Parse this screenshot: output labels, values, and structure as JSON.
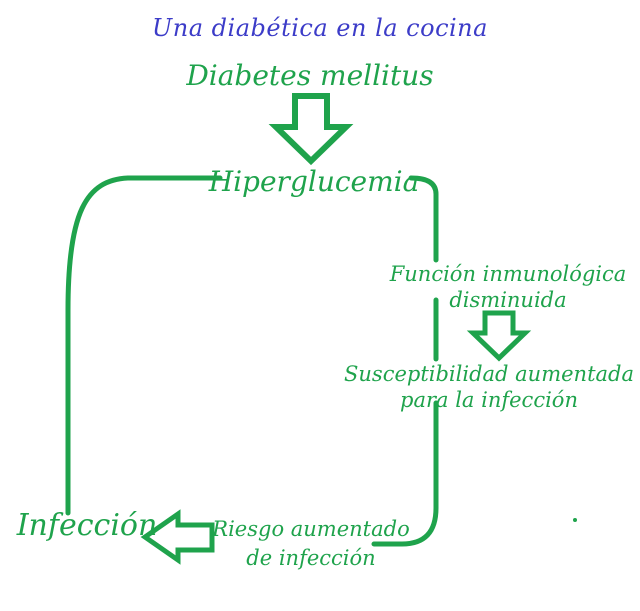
{
  "theme": {
    "background": "#ffffff",
    "green": "#1fa34c",
    "blue": "#3c3cc8"
  },
  "header": {
    "title": "Una diabética en la cocina"
  },
  "diagram": {
    "diabetes": {
      "label": "Diabetes mellitus"
    },
    "hiperglucemia": {
      "label": "Hiperglucemia"
    },
    "funcion": {
      "line1": "Función inmunológica",
      "line2": "disminuida"
    },
    "susceptibilidad": {
      "line1": "Susceptibilidad aumentada",
      "line2": "para la infección"
    },
    "infeccion": {
      "label": "Infección"
    },
    "riesgo": {
      "line1": "Riesgo aumentado",
      "line2": "de infección"
    },
    "icons": {
      "down_arrow_1": "hollow-down-arrow",
      "down_arrow_2": "hollow-down-arrow",
      "left_arrow": "hollow-left-arrow"
    }
  }
}
